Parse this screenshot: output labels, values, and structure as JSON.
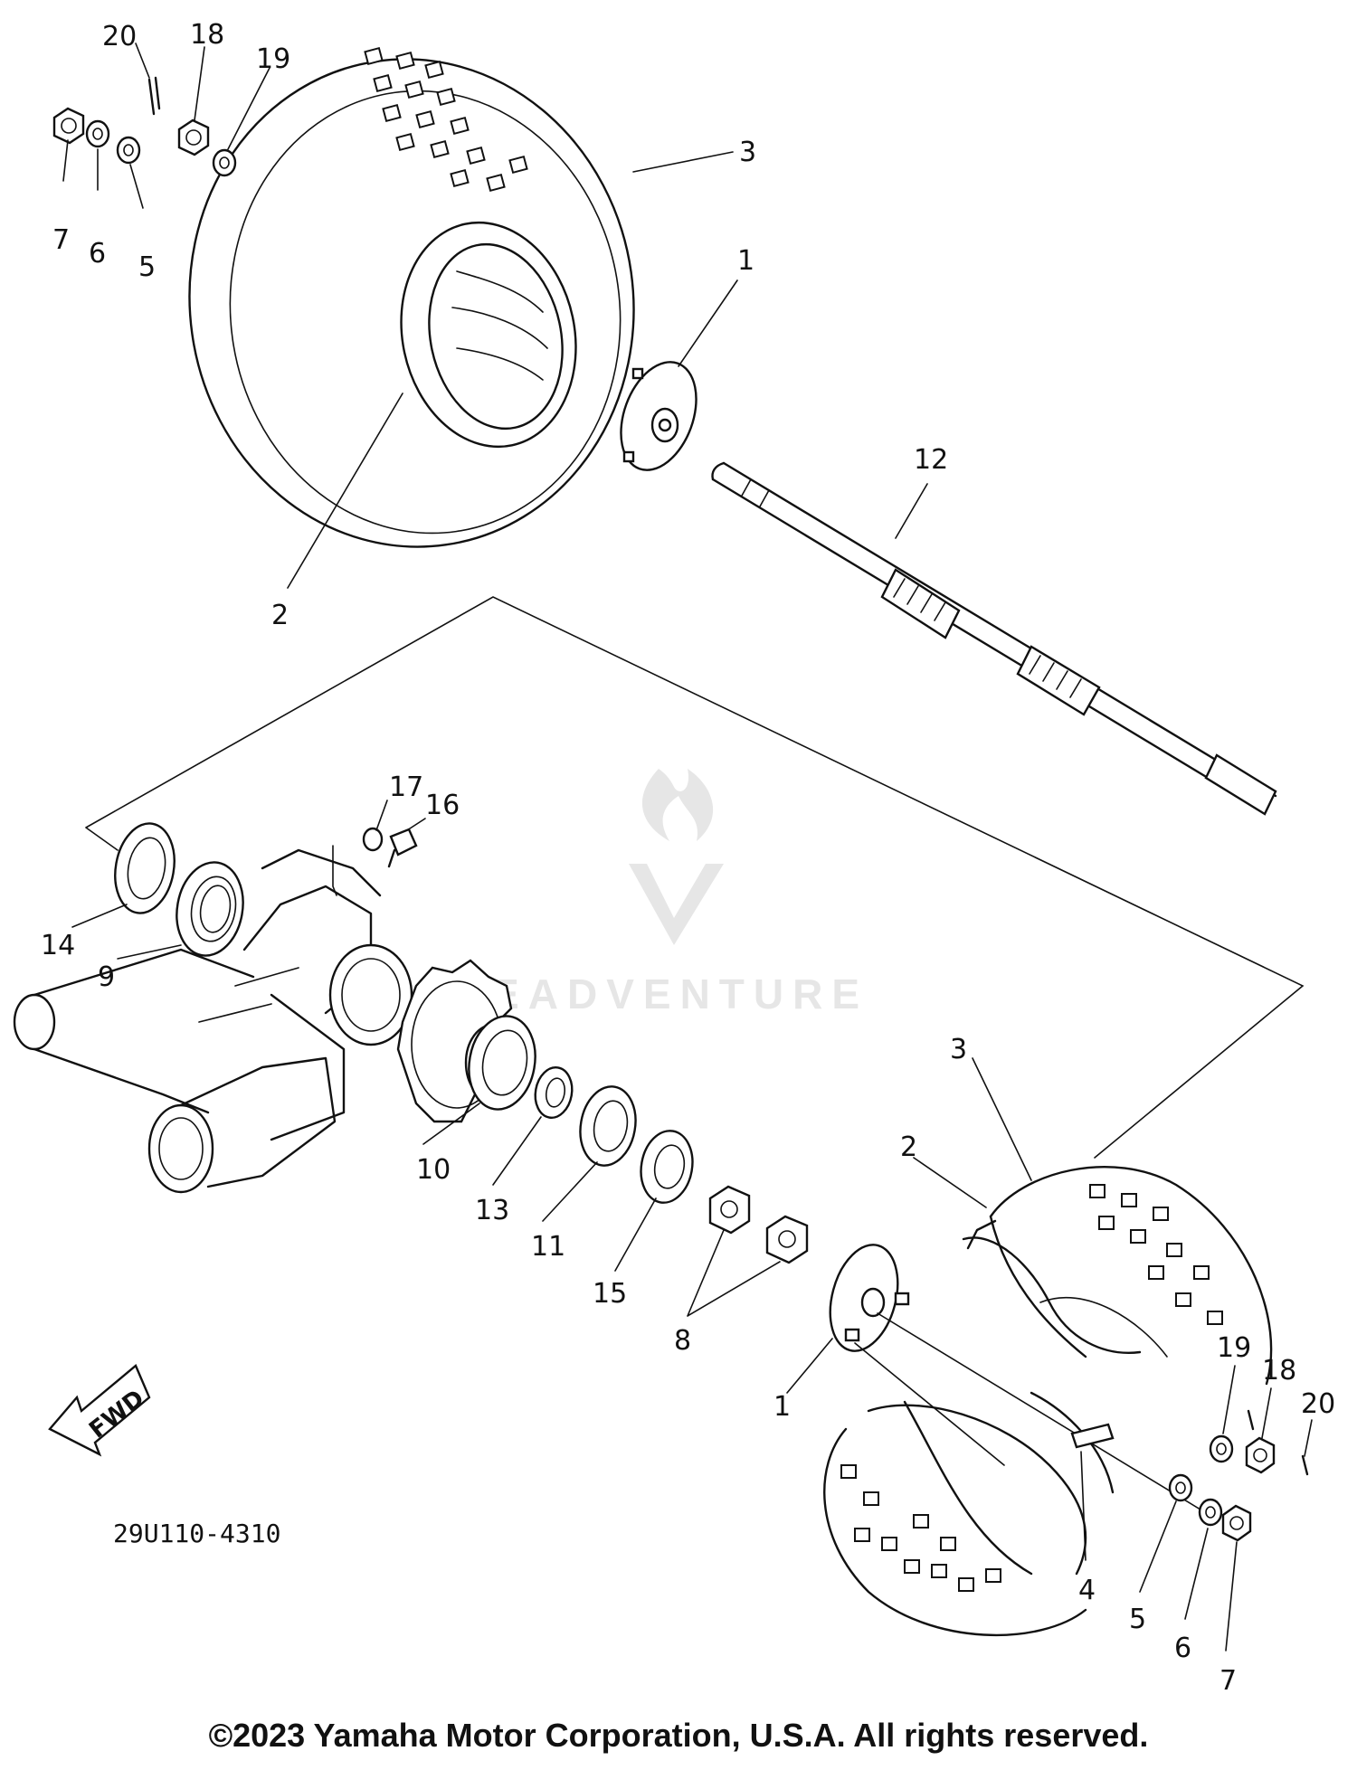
{
  "callouts": {
    "c1_top": "1",
    "c2_top": "2",
    "c3_top": "3",
    "c5_top": "5",
    "c6_top": "6",
    "c7_top": "7",
    "c12": "12",
    "c18_top": "18",
    "c19_top": "19",
    "c20_top": "20",
    "c14": "14",
    "c9": "9",
    "c17": "17",
    "c16": "16",
    "c10": "10",
    "c13": "13",
    "c11": "11",
    "c15": "15",
    "c8": "8",
    "c1_bot": "1",
    "c2_bot": "2",
    "c3_bot": "3",
    "c4": "4",
    "c5_bot": "5",
    "c6_bot": "6",
    "c7_bot": "7",
    "c18_bot": "18",
    "c19_bot": "19",
    "c20_bot": "20"
  },
  "fwd_label": "FWD",
  "diagram_code": "29U110-4310",
  "watermark": "LEADVENTURE",
  "copyright": "©2023 Yamaha Motor Corporation, U.S.A. All rights reserved."
}
